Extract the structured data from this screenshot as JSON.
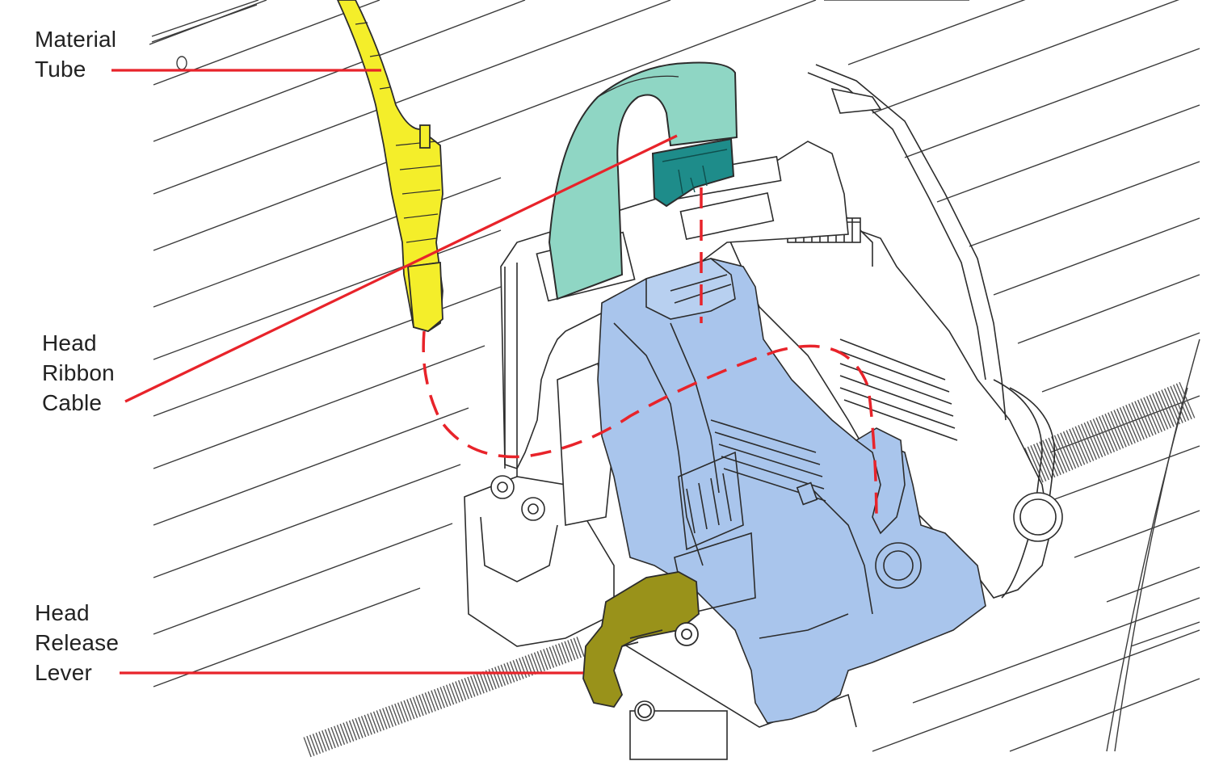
{
  "figure": {
    "callouts": [
      {
        "id": "material-tube",
        "lines": [
          "Material",
          "Tube"
        ]
      },
      {
        "id": "head-ribbon-cable",
        "lines": [
          "Head",
          "Ribbon",
          "Cable"
        ]
      },
      {
        "id": "head-release-lever",
        "lines": [
          "Head",
          "Release",
          "Lever"
        ]
      }
    ]
  },
  "colors": {
    "callout_line": "#e8232a",
    "material_tube": "#f4ee2a",
    "ribbon_cable": "#8fd6c4",
    "ribbon_connector": "#1e8c8a",
    "print_head": "#a9c5ec",
    "release_lever": "#99921a",
    "outline": "#2c2c2c",
    "text": "#222222"
  }
}
